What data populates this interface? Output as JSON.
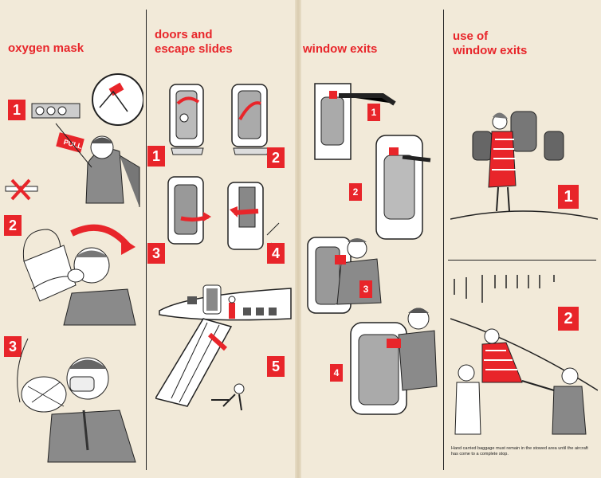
{
  "sections": {
    "oxygen": {
      "title_line1": "oxygen mask",
      "steps": [
        "1",
        "2",
        "3"
      ],
      "pull_label": "PULL"
    },
    "doors": {
      "title_line1": "doors and",
      "title_line2": "escape slides",
      "steps": [
        "1",
        "2",
        "3",
        "4",
        "5"
      ]
    },
    "windows": {
      "title_line1": "window exits",
      "steps": [
        "1",
        "2",
        "3",
        "4"
      ]
    },
    "use_windows": {
      "title_line1": "use of",
      "title_line2": "window exits",
      "steps": [
        "1",
        "2"
      ]
    }
  },
  "footer_note": "Hand carried baggage must remain in the stowed area until the aircraft has come to a complete stop.",
  "colors": {
    "accent": "#e8252a",
    "ink": "#222222",
    "paper": "#f2ead9",
    "gray": "#9a9a9a"
  }
}
